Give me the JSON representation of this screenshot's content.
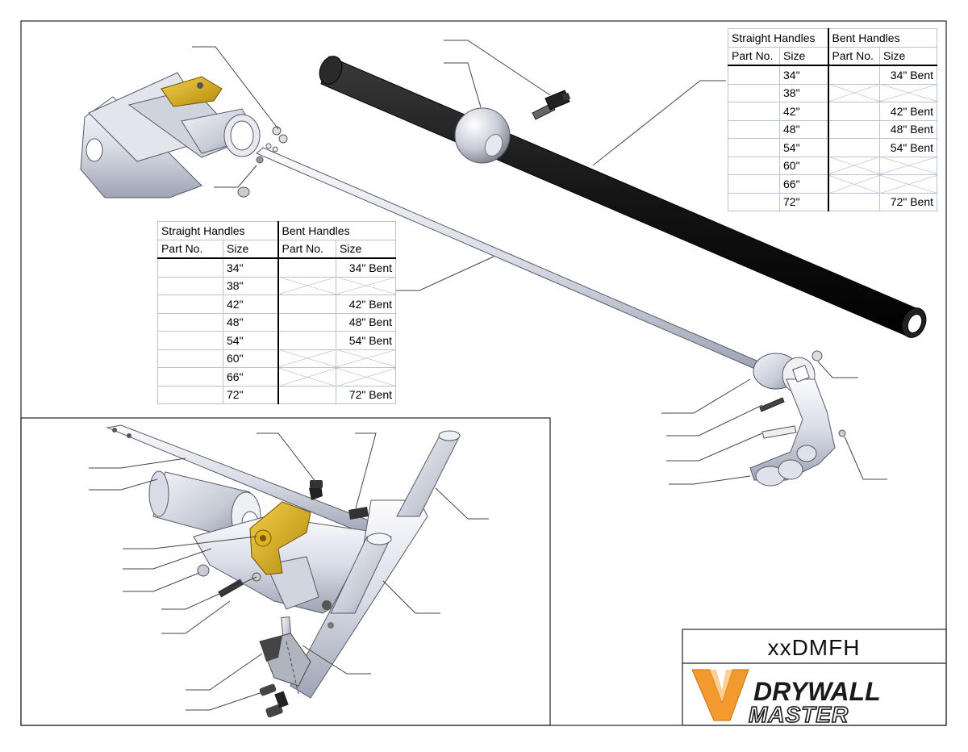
{
  "tables": [
    {
      "id": "top",
      "headers": {
        "straight": "Straight Handles",
        "bent": "Bent Handles"
      },
      "subheaders": [
        "Part No.",
        "Size",
        "Part No.",
        "Size"
      ],
      "rows": [
        {
          "size": "34\"",
          "bent": "34\" Bent"
        },
        {
          "size": "38\"",
          "bent": ""
        },
        {
          "size": "42\"",
          "bent": "42\" Bent"
        },
        {
          "size": "48\"",
          "bent": "48\" Bent"
        },
        {
          "size": "54\"",
          "bent": "54\" Bent"
        },
        {
          "size": "60\"",
          "bent": ""
        },
        {
          "size": "66\"",
          "bent": ""
        },
        {
          "size": "72\"",
          "bent": "72\" Bent"
        }
      ]
    },
    {
      "id": "mid",
      "headers": {
        "straight": "Straight Handles",
        "bent": "Bent Handles"
      },
      "subheaders": [
        "Part No.",
        "Size",
        "Part No.",
        "Size"
      ],
      "rows": [
        {
          "size": "34\"",
          "bent": "34\" Bent"
        },
        {
          "size": "38\"",
          "bent": ""
        },
        {
          "size": "42\"",
          "bent": "42\" Bent"
        },
        {
          "size": "48\"",
          "bent": "48\" Bent"
        },
        {
          "size": "54\"",
          "bent": "54\" Bent"
        },
        {
          "size": "60\"",
          "bent": ""
        },
        {
          "size": "66\"",
          "bent": ""
        },
        {
          "size": "72\"",
          "bent": "72\" Bent"
        }
      ]
    }
  ],
  "title_block": {
    "model_code": "xxDMFH",
    "logo": {
      "line1": "DRYWALL",
      "line2": "MASTER",
      "accent_color": "#f39a2e",
      "dark_color": "#1a1a1a"
    }
  },
  "colors": {
    "handle_black": "#1a1a1a",
    "brass": "#d4a514",
    "metal": "#d6dae6",
    "outline": "#555a66"
  }
}
